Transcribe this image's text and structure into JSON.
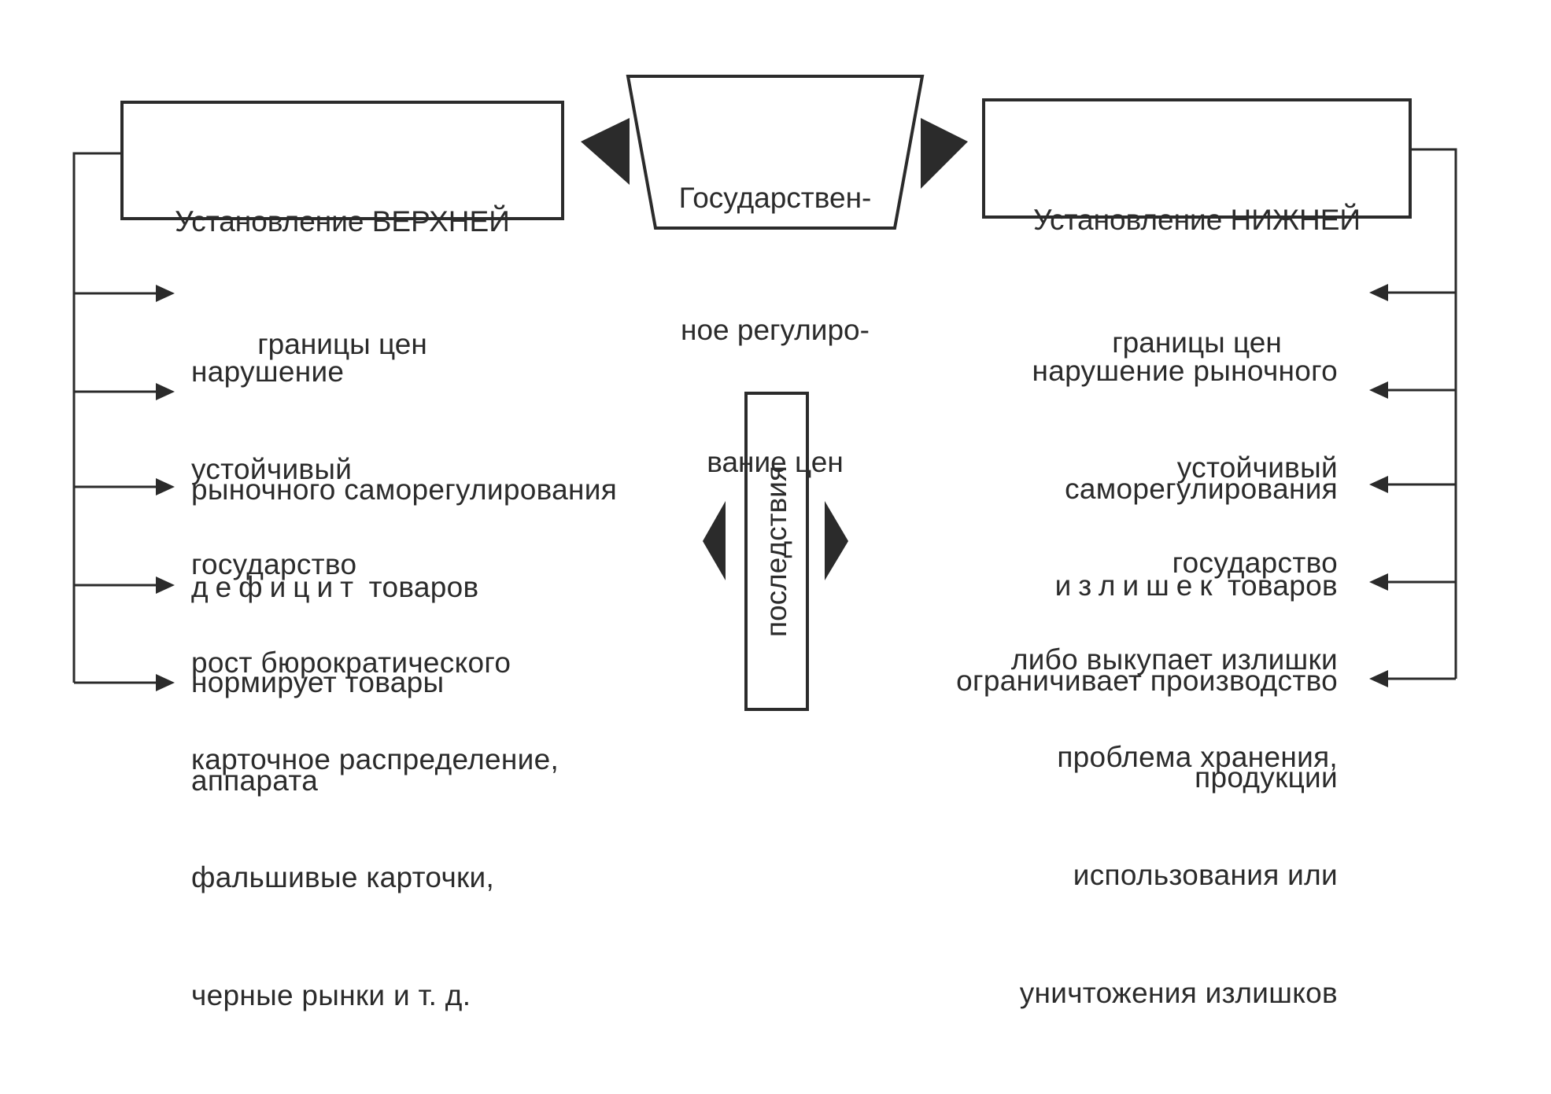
{
  "center_box": {
    "lines": [
      "Государствен-",
      "ное регулиро-",
      "вание цен"
    ]
  },
  "upper_box": {
    "lines": [
      "Установление ВЕРХНЕЙ",
      "границы цен"
    ]
  },
  "lower_box": {
    "lines": [
      "Установление НИЖНЕЙ",
      "границы цен"
    ]
  },
  "consequences_label": "последствия",
  "left_items": [
    {
      "line1": "нарушение",
      "line2": "рыночного саморегулирования"
    },
    {
      "line1": "устойчивый",
      "line2a": "дефицит",
      "line2b": " товаров"
    },
    {
      "line1": "государство",
      "line2": "нормирует товары"
    },
    {
      "line1": "рост бюрократического",
      "line2": "аппарата"
    },
    {
      "line1": "карточное распределение,",
      "line2": "фальшивые карточки,",
      "line3": "черные рынки и т. д."
    }
  ],
  "right_items": [
    {
      "line1": "нарушение рыночного",
      "line2": "саморегулирования"
    },
    {
      "line1": "устойчивый",
      "line2a": "излишек",
      "line2b": " товаров"
    },
    {
      "line1": "государство",
      "line2": "ограничивает производство"
    },
    {
      "line1": "либо выкупает излишки",
      "line2": "продукции"
    },
    {
      "line1": "проблема хранения,",
      "line2": "использования или",
      "line3": "уничтожения излишков"
    }
  ],
  "colors": {
    "ink": "#2b2b2b",
    "background": "#ffffff"
  }
}
